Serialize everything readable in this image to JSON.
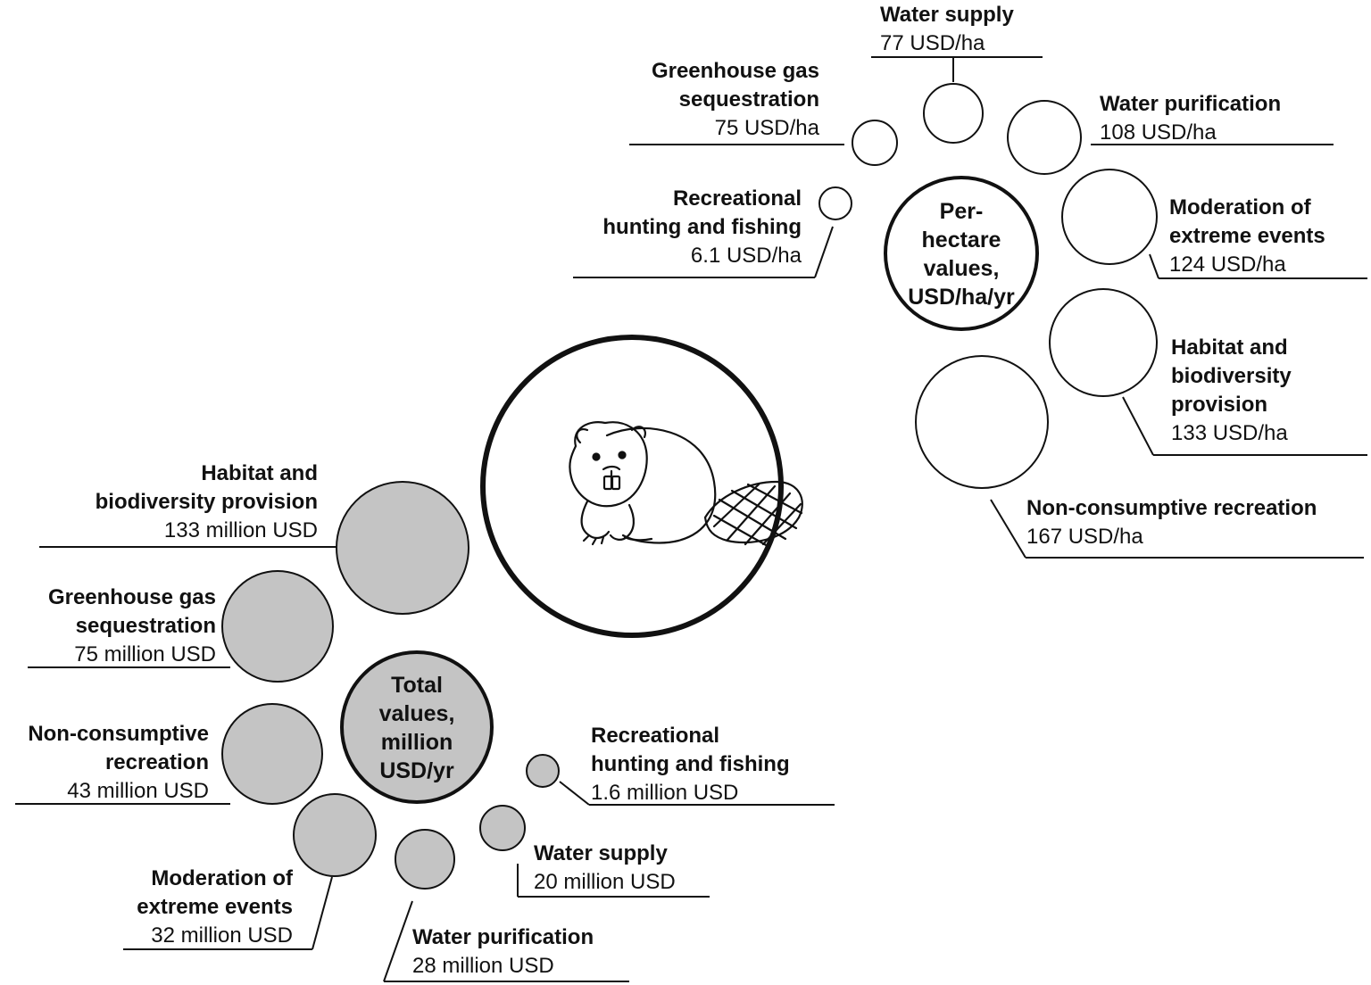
{
  "colors": {
    "stroke": "#111111",
    "filled_bubble": "#c4c4c4",
    "empty_bubble": "#ffffff"
  },
  "icons": {
    "center": "beaver-icon"
  },
  "per_hectare": {
    "hub_lines": [
      "Per-",
      "hectare",
      "values,",
      "USD/ha/yr"
    ],
    "items": [
      {
        "key": "water_supply",
        "name_lines": [
          "Water supply"
        ],
        "value": 77,
        "value_text": "77 USD/ha"
      },
      {
        "key": "greenhouse",
        "name_lines": [
          "Greenhouse gas",
          "sequestration"
        ],
        "value": 75,
        "value_text": "75 USD/ha"
      },
      {
        "key": "water_purification",
        "name_lines": [
          "Water purification"
        ],
        "value": 108,
        "value_text": "108 USD/ha"
      },
      {
        "key": "recreational_hunting",
        "name_lines": [
          "Recreational",
          "hunting and fishing"
        ],
        "value": 6.1,
        "value_text": "6.1 USD/ha"
      },
      {
        "key": "moderation",
        "name_lines": [
          "Moderation of",
          "extreme events"
        ],
        "value": 124,
        "value_text": "124 USD/ha"
      },
      {
        "key": "habitat",
        "name_lines": [
          "Habitat and",
          "biodiversity",
          "provision"
        ],
        "value": 133,
        "value_text": "133 USD/ha"
      },
      {
        "key": "non_consumptive",
        "name_lines": [
          "Non-consumptive recreation"
        ],
        "value": 167,
        "value_text": "167 USD/ha"
      }
    ]
  },
  "total": {
    "hub_lines": [
      "Total",
      "values,",
      "million",
      "USD/yr"
    ],
    "items": [
      {
        "key": "habitat",
        "name_lines": [
          "Habitat and",
          "biodiversity provision"
        ],
        "value": 133,
        "value_text": "133 million USD"
      },
      {
        "key": "greenhouse",
        "name_lines": [
          "Greenhouse gas",
          "sequestration"
        ],
        "value": 75,
        "value_text": "75 million USD"
      },
      {
        "key": "non_consumptive",
        "name_lines": [
          "Non-consumptive",
          "recreation"
        ],
        "value": 43,
        "value_text": "43 million USD"
      },
      {
        "key": "moderation",
        "name_lines": [
          "Moderation of",
          "extreme events"
        ],
        "value": 32,
        "value_text": "32 million USD"
      },
      {
        "key": "water_purification",
        "name_lines": [
          "Water purification"
        ],
        "value": 28,
        "value_text": "28 million USD"
      },
      {
        "key": "water_supply",
        "name_lines": [
          "Water supply"
        ],
        "value": 20,
        "value_text": "20 million USD"
      },
      {
        "key": "recreational_hunting",
        "name_lines": [
          "Recreational",
          "hunting and fishing"
        ],
        "value": 1.6,
        "value_text": "1.6 million USD"
      }
    ]
  }
}
